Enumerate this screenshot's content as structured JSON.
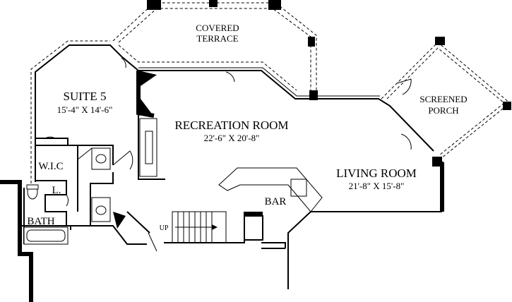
{
  "rooms": {
    "covered_terrace": {
      "line1": "COVERED",
      "line2": "TERRACE"
    },
    "suite": {
      "name": "SUITE 5",
      "dims": "15'-4\" X 14'-6\""
    },
    "recreation": {
      "name": "RECREATION ROOM",
      "dims": "22'-6\" X 20'-8\""
    },
    "screened_porch": {
      "line1": "SCREENED",
      "line2": "PORCH"
    },
    "living": {
      "name": "LIVING ROOM",
      "dims": "21'-8\" X 15'-8\""
    },
    "wic": {
      "name": "W.I.C"
    },
    "linen": {
      "name": "L."
    },
    "bath": {
      "name": "BATH"
    },
    "bar": {
      "name": "BAR"
    }
  },
  "stairs": {
    "label": "UP"
  }
}
